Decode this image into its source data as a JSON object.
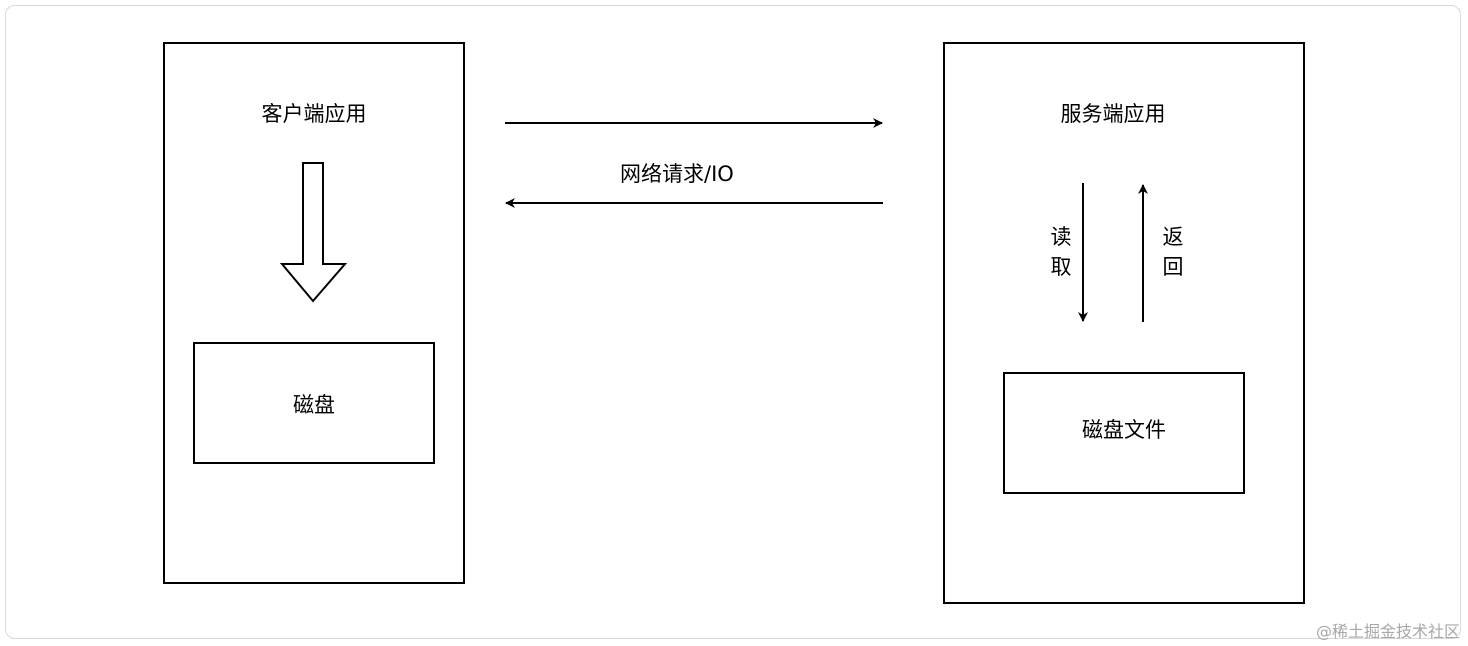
{
  "client": {
    "title": "客户端应用",
    "disk_label": "磁盘"
  },
  "network": {
    "label": "网络请求/IO"
  },
  "server": {
    "title": "服务端应用",
    "read_label": "读取",
    "return_label": "返回",
    "disk_file_label": "磁盘文件"
  },
  "watermark": "@稀土掘金技术社区"
}
